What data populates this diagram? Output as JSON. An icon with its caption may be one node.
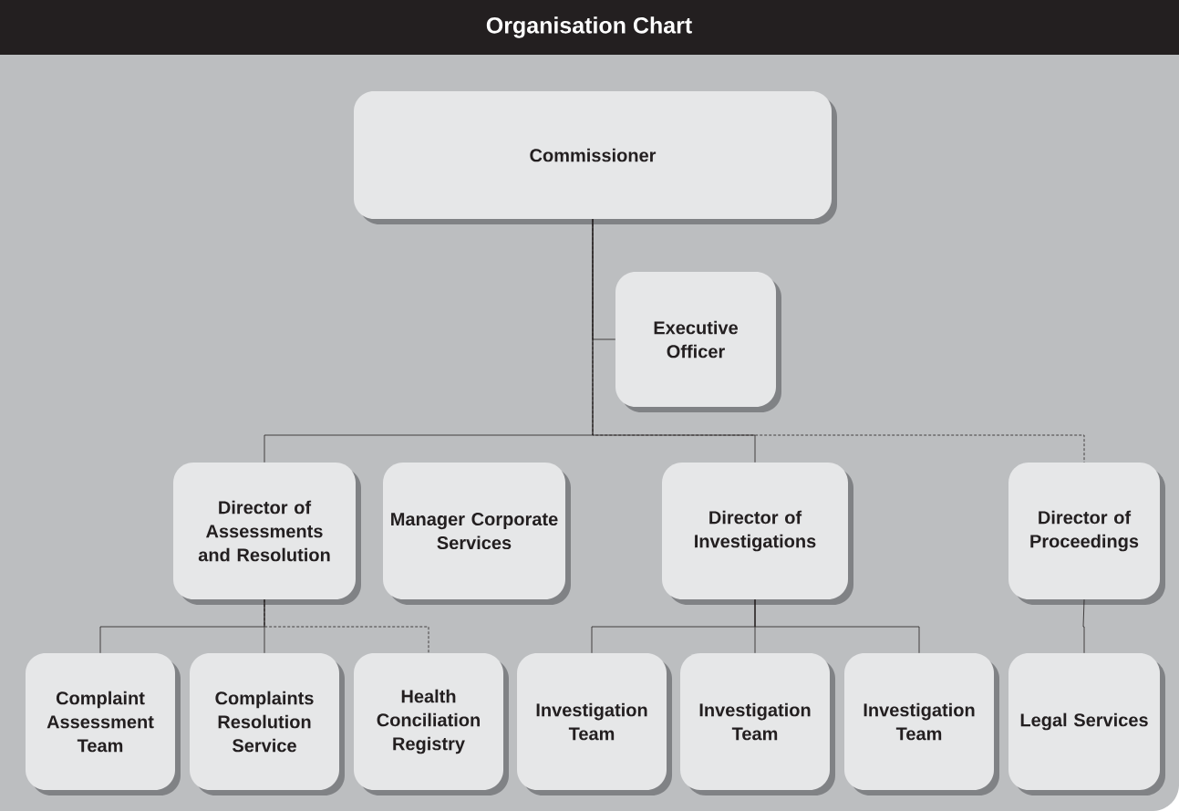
{
  "diagram": {
    "title": "Organisation Chart",
    "nodes": [
      {
        "text": [
          "Commissioner"
        ]
      },
      {
        "text": [
          "Executive Officer"
        ]
      },
      {
        "text": [
          "Director of Assessments and Resolution"
        ]
      },
      {
        "text": [
          "Manager Corporate Services"
        ]
      },
      {
        "text": [
          "Director of Investigations"
        ]
      },
      {
        "text": [
          "Director of Proceedings"
        ]
      },
      {
        "text": [
          "Complaint Assessment Team"
        ]
      },
      {
        "text": [
          "Complaints Resolution Service"
        ]
      },
      {
        "text": [
          "Health Conciliation Registry"
        ]
      },
      {
        "text": [
          "Investigation Team"
        ]
      },
      {
        "text": [
          "Investigation Team"
        ]
      },
      {
        "text": [
          "Investigation Team"
        ]
      },
      {
        "text": [
          "Legal Services"
        ]
      }
    ],
    "edges": [
      {
        "from": 0,
        "to": 1,
        "arrow": "none"
      },
      {
        "from": 0,
        "to": 2,
        "arrow": "none"
      },
      {
        "from": 0,
        "to": 4,
        "arrow": "none"
      },
      {
        "from": 0,
        "to": 5,
        "arrow": "none",
        "style": "dashed"
      },
      {
        "from": 2,
        "to": 6,
        "arrow": "none"
      },
      {
        "from": 2,
        "to": 7,
        "arrow": "none"
      },
      {
        "from": 2,
        "to": 8,
        "arrow": "none",
        "style": "dashed"
      },
      {
        "from": 4,
        "to": 9,
        "arrow": "none"
      },
      {
        "from": 4,
        "to": 10,
        "arrow": "none"
      },
      {
        "from": 4,
        "to": 11,
        "arrow": "none"
      },
      {
        "from": 5,
        "to": 12,
        "arrow": "none"
      }
    ]
  }
}
